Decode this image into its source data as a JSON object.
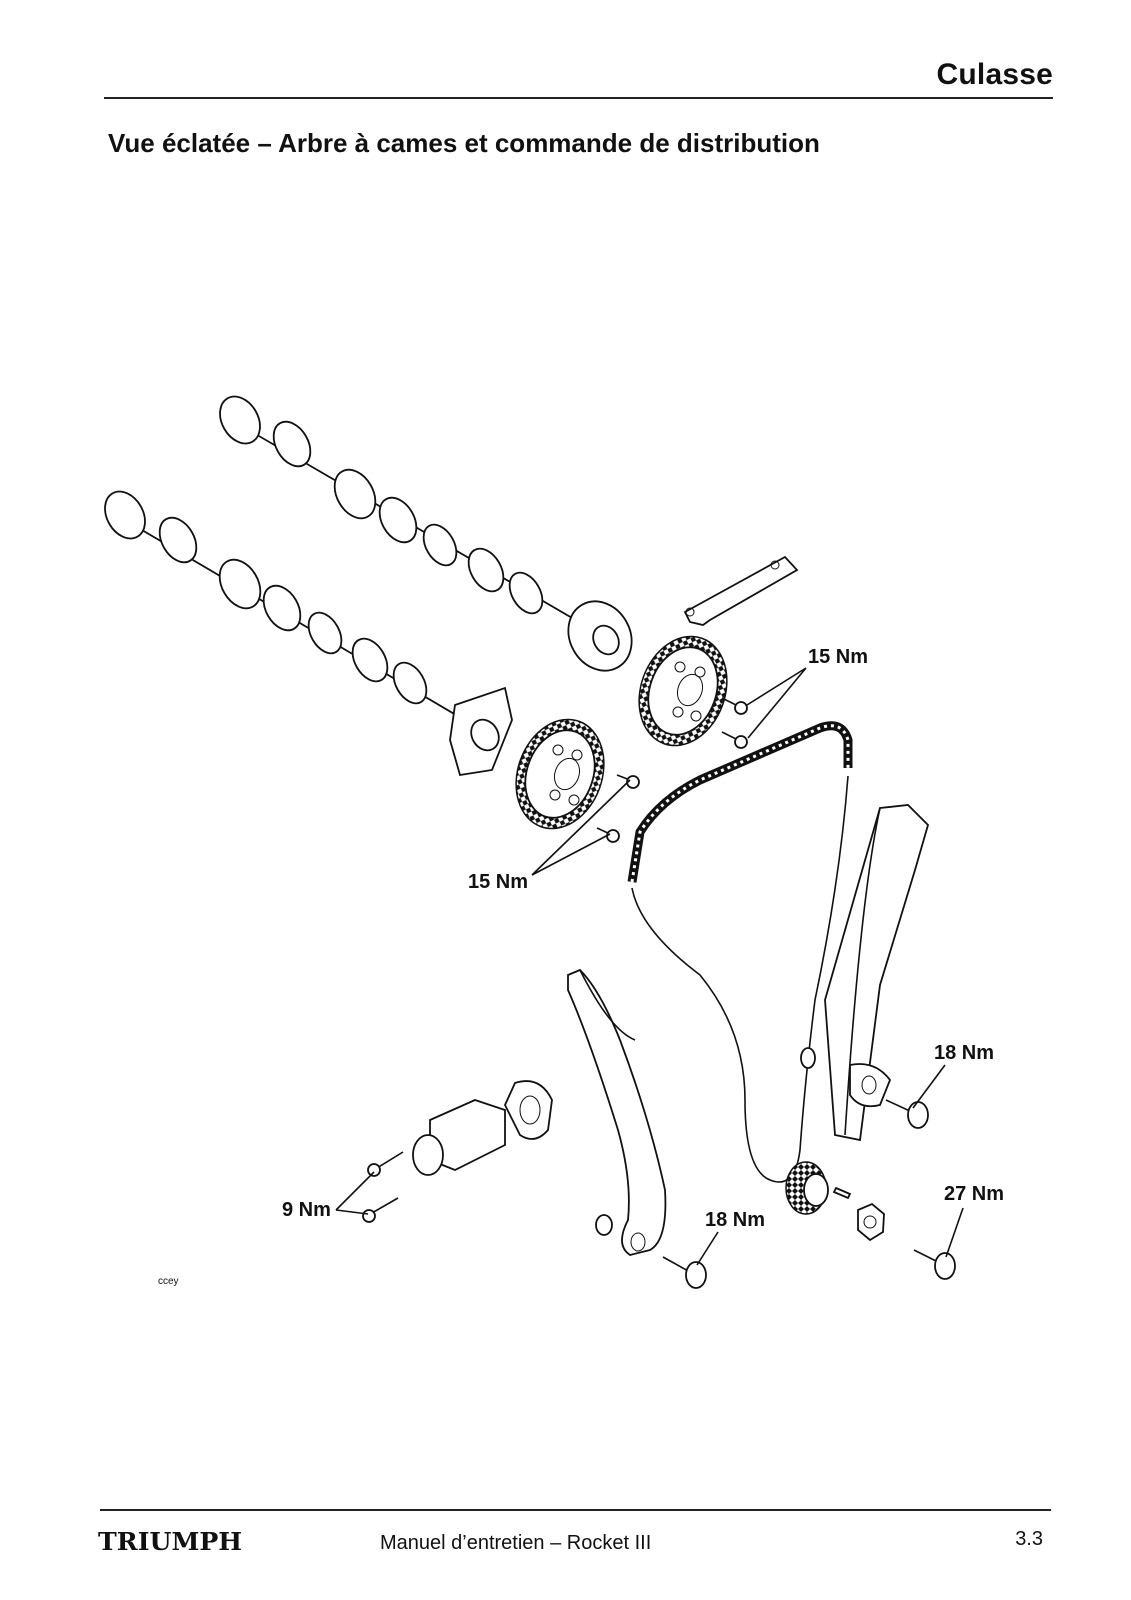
{
  "header": {
    "section_title": "Culasse",
    "page_heading": "Vue éclatée – Arbre à cames et commande de distribution"
  },
  "diagram": {
    "torque_labels": [
      "15 Nm",
      "15 Nm",
      "18 Nm",
      "9 Nm",
      "18 Nm",
      "27 Nm"
    ],
    "figure_code": "ccey",
    "icons": [
      "camshaft-icon",
      "sprocket-icon",
      "chain-icon",
      "chain-guide-icon",
      "tensioner-icon",
      "bolt-icon",
      "nut-icon"
    ]
  },
  "footer": {
    "brand": "TRIUMPH",
    "manual_title": "Manuel d’entretien – Rocket III",
    "page_number": "3.3"
  }
}
